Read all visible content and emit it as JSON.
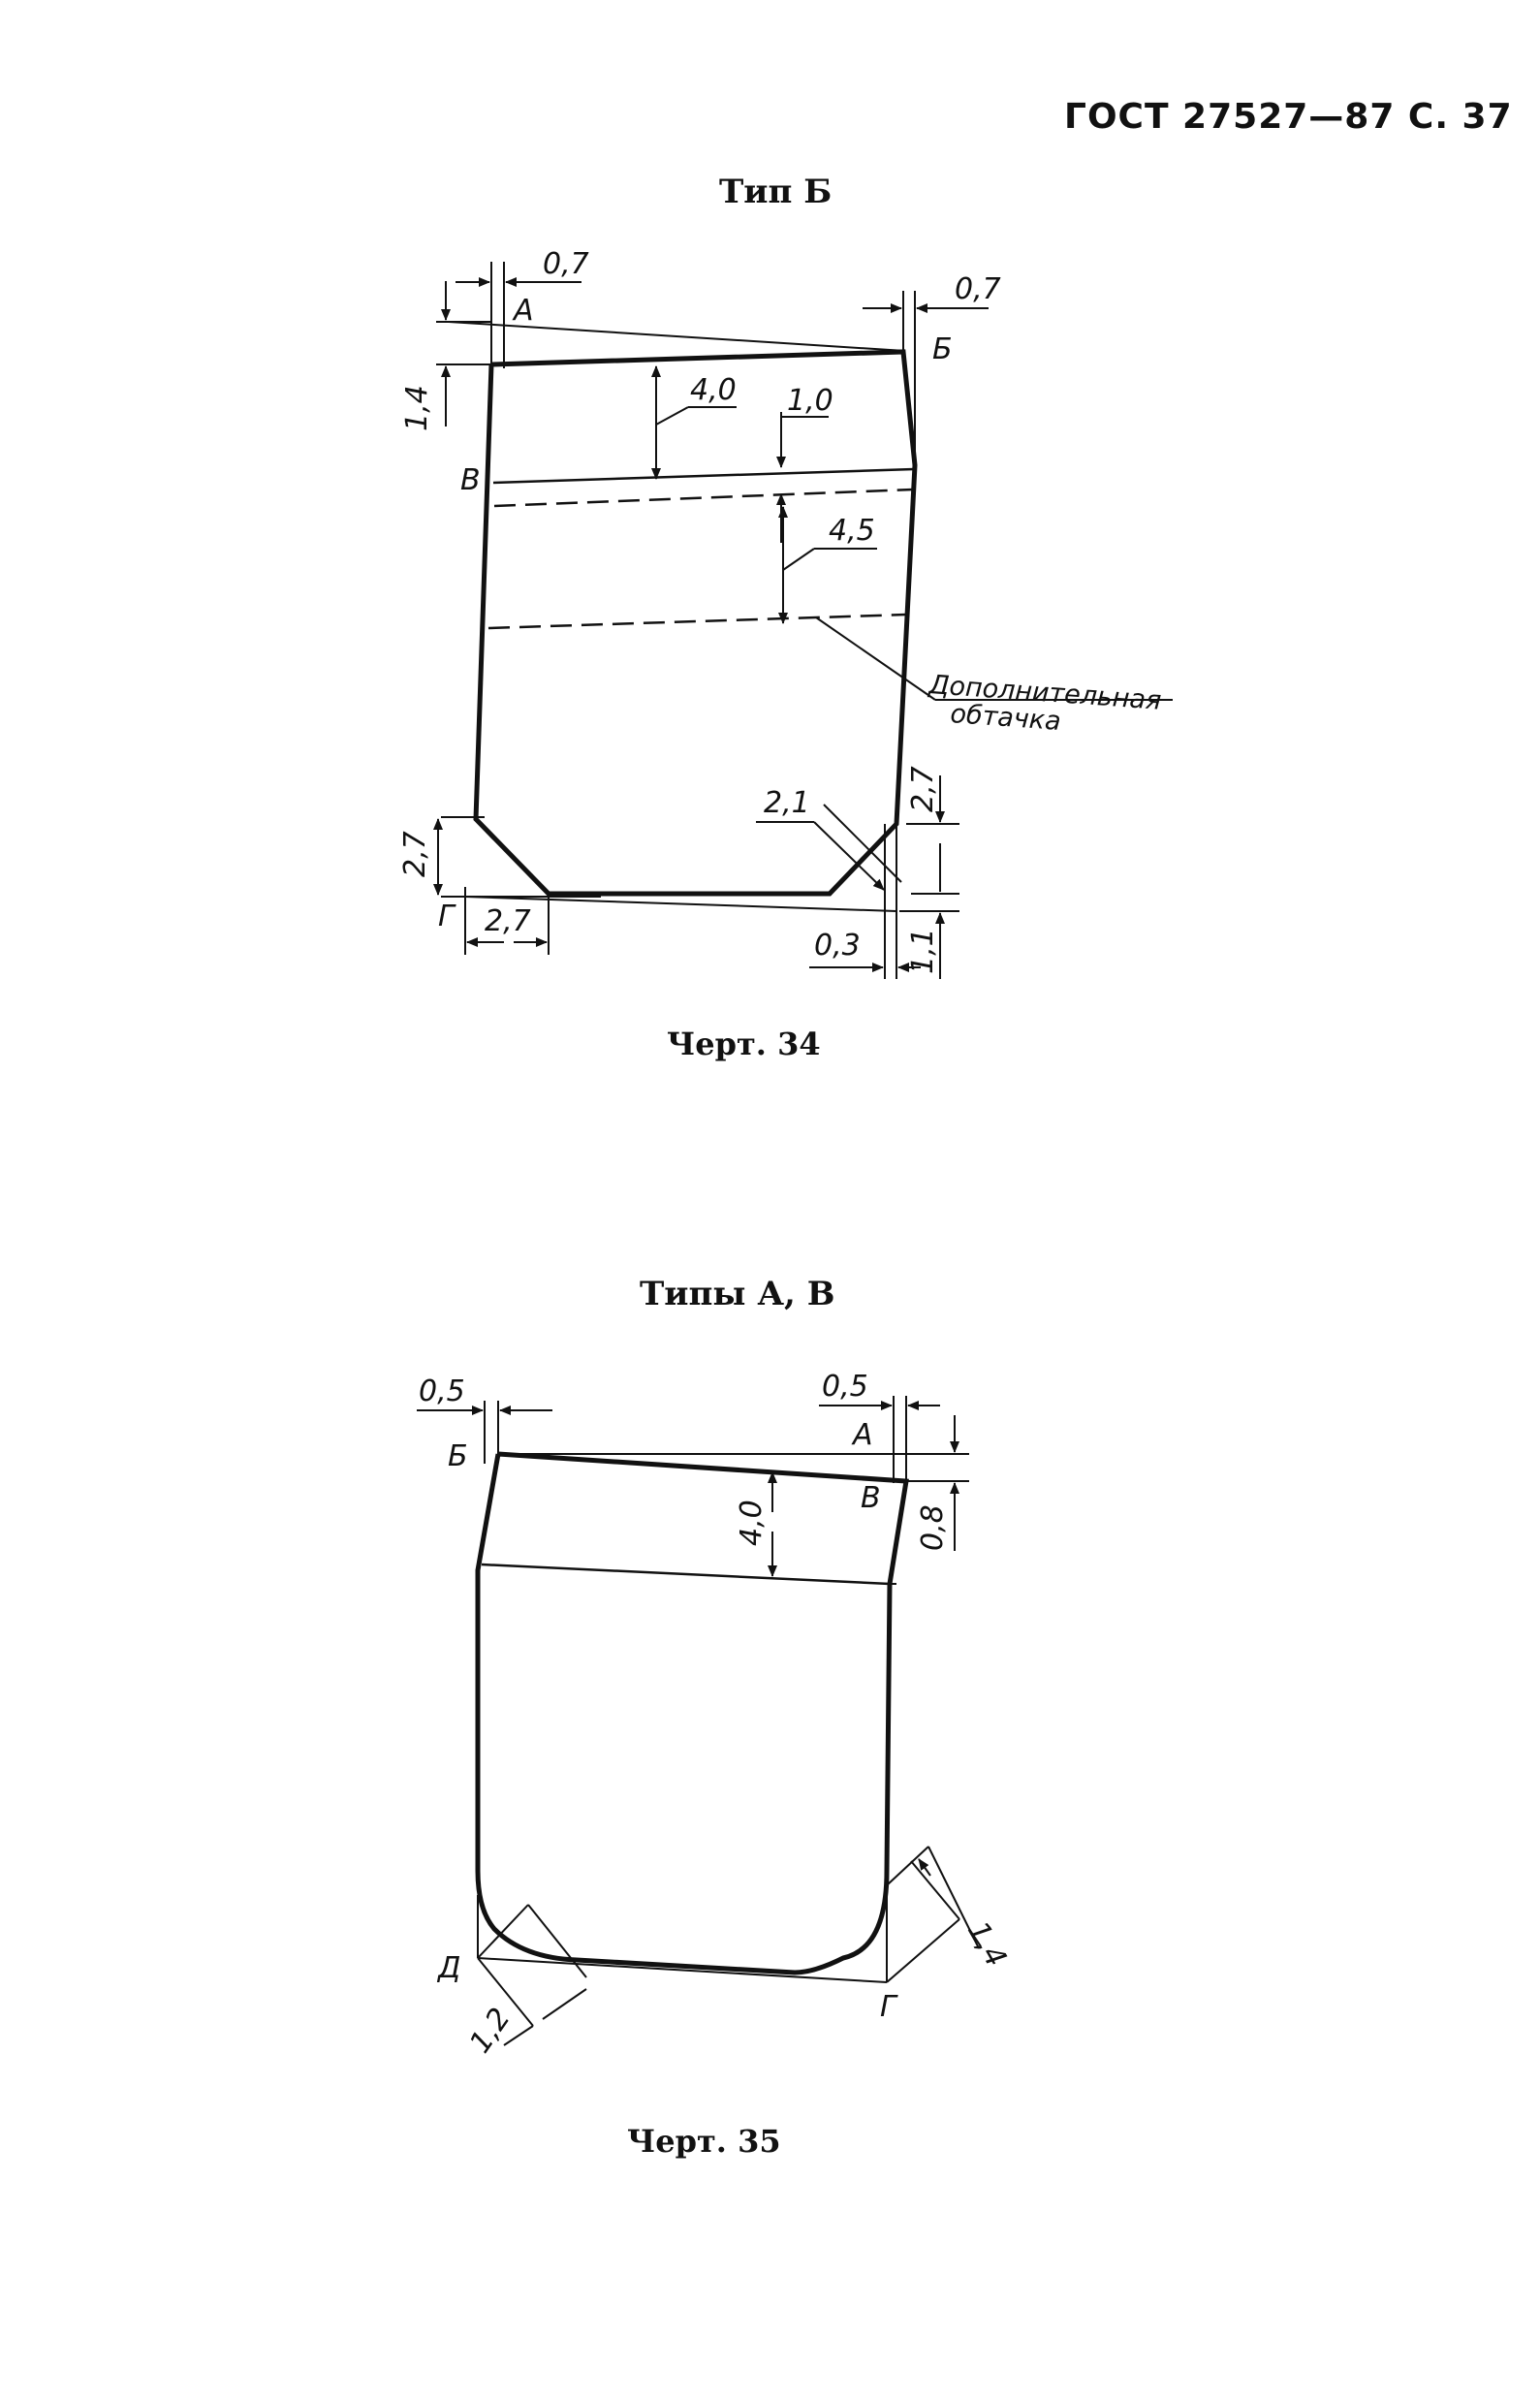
{
  "header": {
    "standard": "ГОСТ 27527—87 С. 37"
  },
  "fig34": {
    "title": "Тип Б",
    "caption": "Черт. 34",
    "points": {
      "A": "А",
      "B": "Б",
      "V": "В",
      "G": "Г"
    },
    "dims": {
      "top_left": "0,7",
      "top_right": "0,7",
      "left_1_4": "1,4",
      "band_4_0": "4,0",
      "offset_1_0": "1,0",
      "band_4_5": "4,5",
      "chamfer_2_1": "2,1",
      "right_2_7": "2,7",
      "left_2_7": "2,7",
      "bottom_2_7": "2,7",
      "bottom_0_3": "0,3",
      "bottom_1_1": "1,1"
    },
    "note_line1": "Дополнительная",
    "note_line2": "обтачка"
  },
  "fig35": {
    "title": "Типы А, В",
    "caption": "Черт. 35",
    "points": {
      "B": "Б",
      "A": "А",
      "V": "В",
      "D": "Д",
      "G": "Г"
    },
    "dims": {
      "top_left": "0,5",
      "top_right": "0,5",
      "band_4_0": "4,0",
      "right_0_8": "0,8",
      "corner_1_2": "1,2",
      "corner_1_4": "1,4"
    }
  }
}
